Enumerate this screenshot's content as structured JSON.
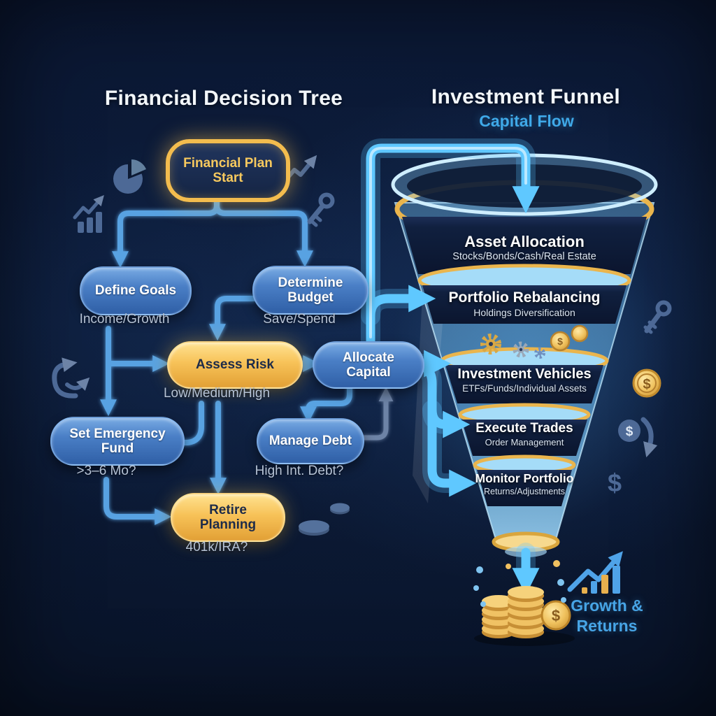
{
  "colors": {
    "background": "#0b1834",
    "accent_blue": "#3fa9e8",
    "glow_pipe_blue": "#5fc8ff",
    "node_blue": "#4a7fc6",
    "gold": "#f2bc4f",
    "muted_label": "#b6c3d6"
  },
  "decision_tree": {
    "title": "Financial Decision Tree",
    "start": {
      "label": "Financial Plan Start"
    },
    "nodes": [
      {
        "id": "define-goals",
        "label": "Define Goals",
        "sub": "Income/Growth"
      },
      {
        "id": "determine-budget",
        "label": "Determine Budget",
        "sub": "Save/Spend"
      },
      {
        "id": "assess-risk",
        "label": "Assess Risk",
        "sub": "Low/Medium/High"
      },
      {
        "id": "allocate-capital",
        "label": "Allocate Capital",
        "sub": ""
      },
      {
        "id": "set-emergency-fund",
        "label": "Set Emergency Fund",
        "sub": ">3–6 Mo?"
      },
      {
        "id": "manage-debt",
        "label": "Manage Debt",
        "sub": "High Int. Debt?"
      },
      {
        "id": "retire-planning",
        "label": "Retire Planning",
        "sub": "401k/IRA?"
      }
    ]
  },
  "funnel": {
    "title": "Investment Funnel",
    "subtitle": "Capital Flow",
    "stages": [
      {
        "title": "Asset Allocation",
        "sub": "Stocks/Bonds/Cash/Real Estate"
      },
      {
        "title": "Portfolio Rebalancing",
        "sub": "Holdings Diversification"
      },
      {
        "title": "Investment Vehicles",
        "sub": "ETFs/Funds/Individual Assets"
      },
      {
        "title": "Execute Trades",
        "sub": "Order Management"
      },
      {
        "title": "Monitor Portfolio",
        "sub": "Returns/Adjustments"
      }
    ],
    "outcome": "Growth & Returns"
  },
  "glyphs": {
    "dollar": "$"
  },
  "icons": [
    "pie-chart",
    "bar-chart-rising",
    "trend-arrow",
    "key",
    "refresh-arrows",
    "coins",
    "gears",
    "dollar-coin",
    "dollar-exchange",
    "dollar-sign",
    "growth-chart",
    "coin-stack"
  ]
}
